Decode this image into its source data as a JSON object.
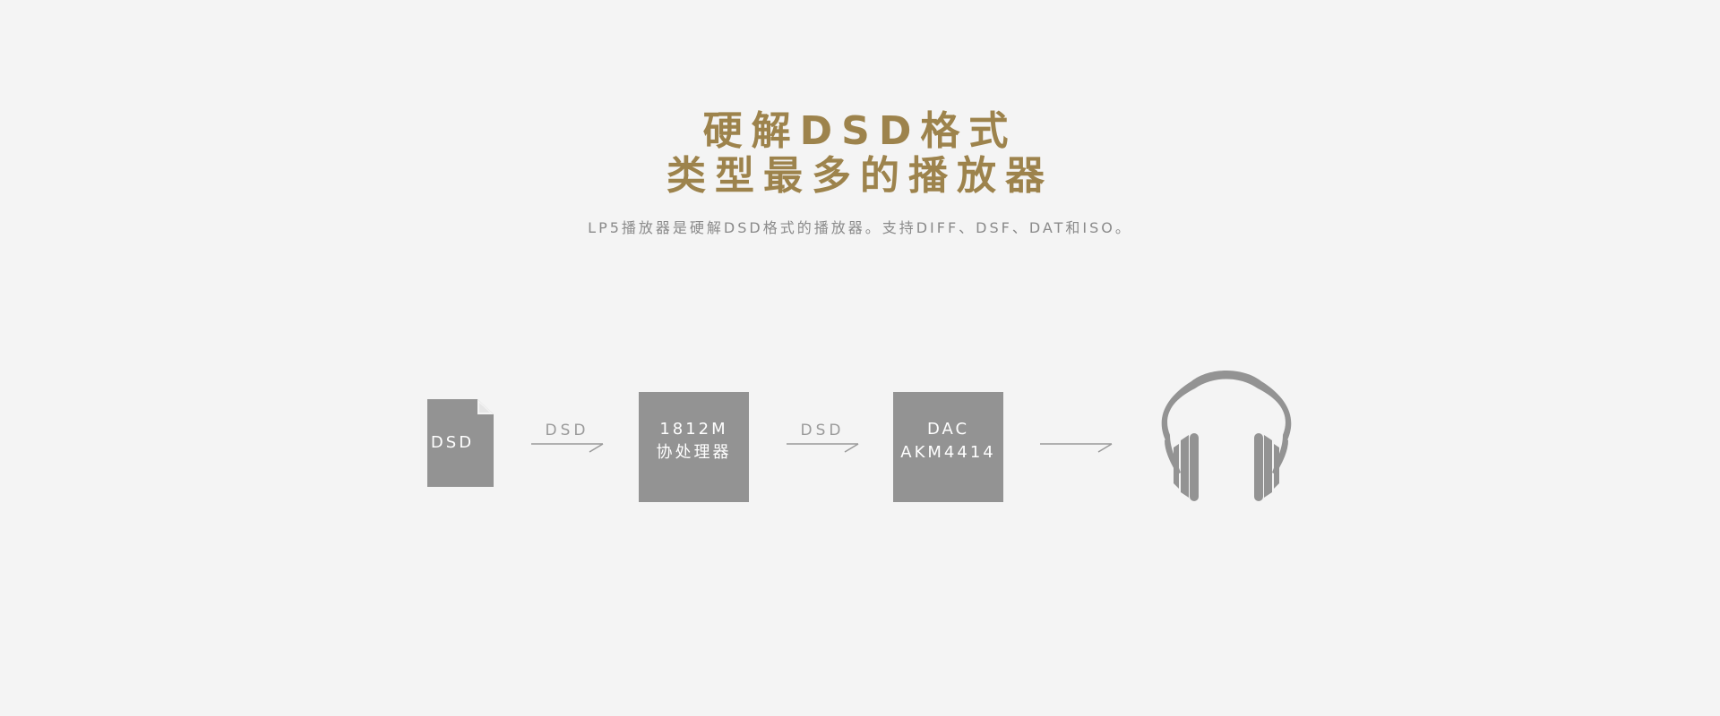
{
  "header": {
    "title_line1": "硬解DSD格式",
    "title_line2": "类型最多的播放器",
    "subtitle": "LP5播放器是硬解DSD格式的播放器。支持DIFF、DSF、DAT和ISO。"
  },
  "diagram": {
    "file": {
      "label": "DSD",
      "icon": "file-icon"
    },
    "arrow1": {
      "label": "DSD"
    },
    "coprocessor": {
      "line1": "1812M",
      "line2": "协处理器"
    },
    "arrow2": {
      "label": "DSD"
    },
    "dac": {
      "line1": "DAC",
      "line2": "AKM4414"
    },
    "arrow3": {
      "label": ""
    },
    "output": {
      "icon": "headphones-icon"
    }
  },
  "colors": {
    "background": "#f4f4f4",
    "accent": "#9d834c",
    "subtitle": "#8a8a8a",
    "box": "#939393",
    "line": "#9a9a9a"
  }
}
